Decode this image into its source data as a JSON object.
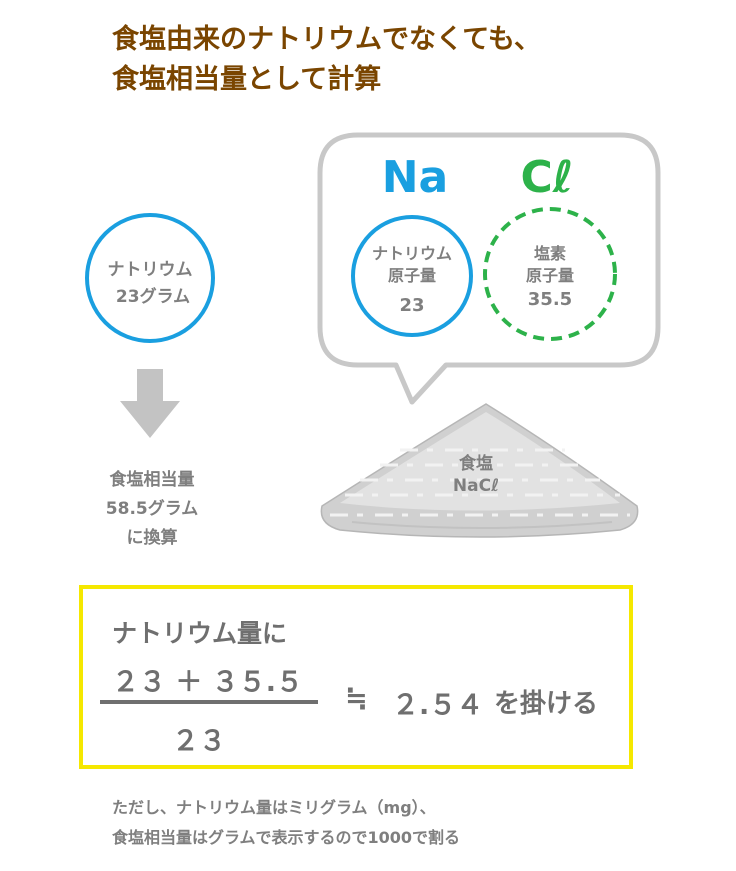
{
  "title": {
    "line1": "食塩由来のナトリウムでなくても、",
    "line2": "食塩相当量として計算"
  },
  "left": {
    "circle_line1": "ナトリウム",
    "circle_line2": "23グラム",
    "arrow_icon": "down-arrow-icon",
    "result_line1": "食塩相当量",
    "result_line2": "58.5グラム",
    "result_line3": "に換算"
  },
  "bubble": {
    "na_symbol": "Na",
    "cl_symbol": "Cℓ",
    "na_label1": "ナトリウム",
    "na_label2": "原子量",
    "na_value": "23",
    "cl_label1": "塩素",
    "cl_label2": "原子量",
    "cl_value": "35.5"
  },
  "salt": {
    "label1": "食塩",
    "label2": "NaCℓ"
  },
  "formula": {
    "prefix": "ナトリウム量に",
    "numerator": "２３ ＋ ３５.５",
    "denominator": "２３",
    "approx": "≒",
    "result": "２.５４",
    "suffix": "を掛ける"
  },
  "note": {
    "line1": "ただし、ナトリウム量はミリグラム（mg）、",
    "line2": "食塩相当量はグラムで表示するので1000で割る"
  },
  "colors": {
    "title": "#7a4500",
    "na_blue": "#1a9fe0",
    "cl_green": "#2db24a",
    "box_yellow": "#f5e800",
    "gray_text": "#7f7f7f",
    "bubble_border": "#c8c8c8"
  }
}
